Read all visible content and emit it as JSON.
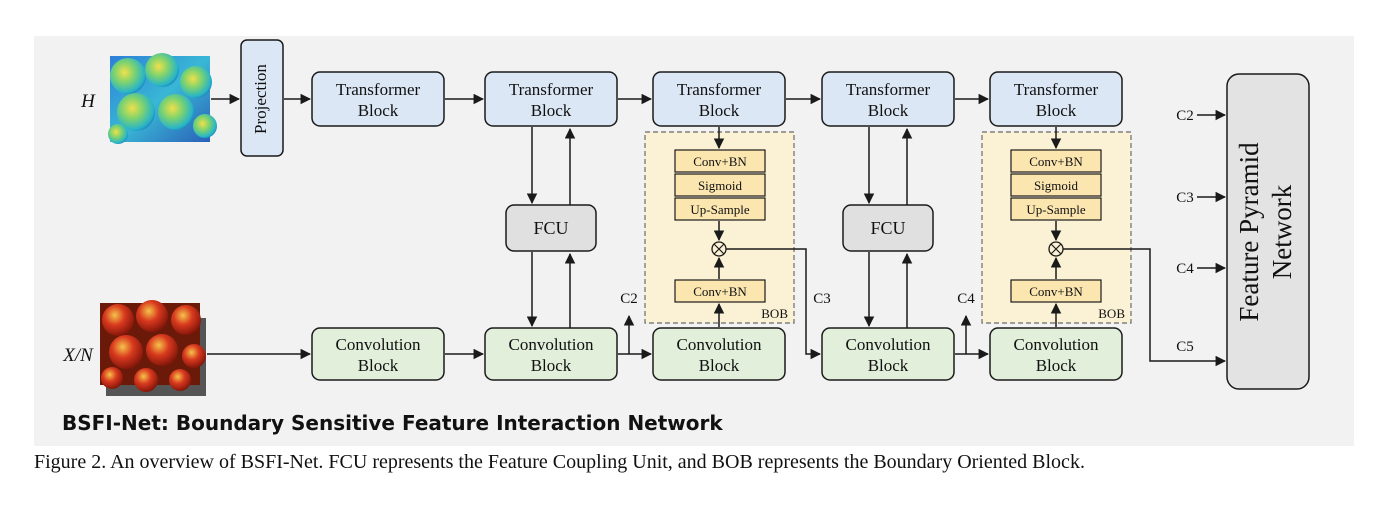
{
  "inputs": {
    "h_label": "H",
    "xn_label": "X/N"
  },
  "projection": "Projection",
  "transformer_blocks": [
    {
      "l1": "Transformer",
      "l2": "Block"
    },
    {
      "l1": "Transformer",
      "l2": "Block"
    },
    {
      "l1": "Transformer",
      "l2": "Block"
    },
    {
      "l1": "Transformer",
      "l2": "Block"
    },
    {
      "l1": "Transformer",
      "l2": "Block"
    }
  ],
  "convolution_blocks": [
    {
      "l1": "Convolution",
      "l2": "Block"
    },
    {
      "l1": "Convolution",
      "l2": "Block"
    },
    {
      "l1": "Convolution",
      "l2": "Block"
    },
    {
      "l1": "Convolution",
      "l2": "Block"
    },
    {
      "l1": "Convolution",
      "l2": "Block"
    }
  ],
  "fcu": [
    "FCU",
    "FCU"
  ],
  "bob": [
    {
      "layers": [
        "Conv+BN",
        "Sigmoid",
        "Up-Sample"
      ],
      "bottom": "Conv+BN",
      "label": "BOB",
      "multiply": "⊗"
    },
    {
      "layers": [
        "Conv+BN",
        "Sigmoid",
        "Up-Sample"
      ],
      "bottom": "Conv+BN",
      "label": "BOB",
      "multiply": "⊗"
    }
  ],
  "stage_labels": {
    "c2": "C2",
    "c3": "C3",
    "c4": "C4"
  },
  "fpn": {
    "title_line1": "Feature Pyramid",
    "title_line2": "Network",
    "inputs": [
      "C2",
      "C3",
      "C4",
      "C5"
    ]
  },
  "network_title": "BSFI-Net: Boundary Sensitive Feature Interaction Network",
  "caption": "Figure 2. An overview of BSFI-Net. FCU represents the Feature Coupling Unit, and BOB represents the Boundary Oriented Block.",
  "colors": {
    "panel_bg": "#f2f2f2",
    "transformer_fill": "#dbe7f5",
    "conv_fill": "#e2efdb",
    "fcu_fill": "#e0e0e0",
    "bob_fill": "#fbf1d4",
    "fpn_fill": "#e3e3e3",
    "stroke": "#1a1a1a"
  }
}
